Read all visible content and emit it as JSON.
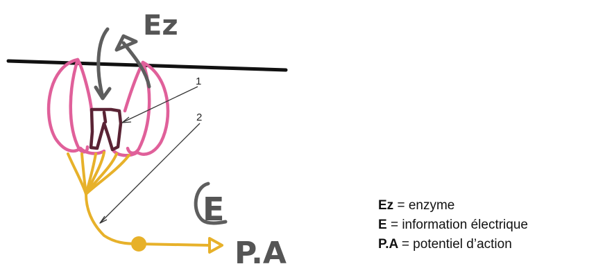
{
  "labels": {
    "enzyme_mark": "Ez",
    "electric_mark": "E",
    "action_potential_mark": "P.A",
    "pointer_1": "1",
    "pointer_2": "2"
  },
  "legend": [
    {
      "key": "Ez",
      "text": "= enzyme"
    },
    {
      "key": "E",
      "text": "= information électrique"
    },
    {
      "key": "P.A",
      "text": "= potentiel d’action"
    }
  ],
  "colors": {
    "membrane": "#111111",
    "receptor": "#e0609a",
    "receptor_core": "#5a2334",
    "enzyme_arrow": "#5e5e5e",
    "nerve_fiber": "#e7b12a",
    "pointer_line": "#333333",
    "legend_text": "#111111"
  }
}
